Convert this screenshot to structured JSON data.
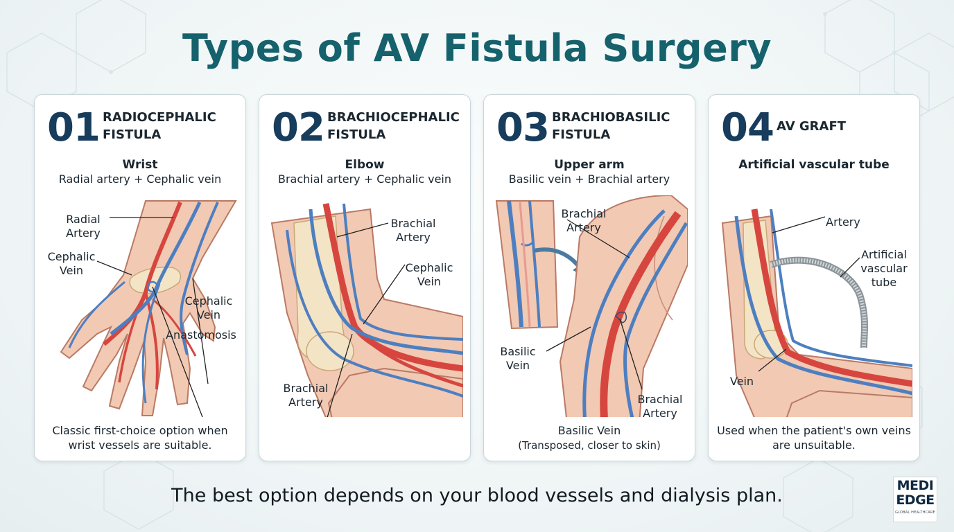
{
  "title": "Types of AV Fistula Surgery",
  "tagline": "The best option depends on your blood vessels and dialysis plan.",
  "logo": {
    "line1": "MEDI",
    "line2": "EDGE",
    "sub": "GLOBAL HEALTHCARE"
  },
  "colors": {
    "title": "#15616c",
    "number": "#173c5c",
    "artery": "#d6463f",
    "vein": "#4d7fc0",
    "skin": "#f2c9b3"
  },
  "cards": [
    {
      "number": "01",
      "name_line1": "RADIOCEPHALIC",
      "name_line2": "FISTULA",
      "location": "Wrist",
      "vessels": "Radial artery + Cephalic vein",
      "labels": [
        "Radial Artery",
        "Cephalic Vein",
        "Cephalic Vein",
        "Anastomosis"
      ],
      "description": "Classic first-choice option when wrist vessels are suitable."
    },
    {
      "number": "02",
      "name_line1": "BRACHIOCEPHALIC",
      "name_line2": "FISTULA",
      "location": "Elbow",
      "vessels": "Brachial artery + Cephalic vein",
      "labels": [
        "Brachial Artery",
        "Cephalic Vein",
        "Brachial Artery"
      ],
      "description": ""
    },
    {
      "number": "03",
      "name_line1": "BRACHIOBASILIC",
      "name_line2": "FISTULA",
      "location": "Upper arm",
      "vessels": "Basilic vein + Brachial artery",
      "labels": [
        "Brachial Artery",
        "Basilic Vein",
        "Brachial Artery"
      ],
      "description_line1": "Basilic Vein",
      "description_line2": "(Transposed, closer to skin)"
    },
    {
      "number": "04",
      "name_line1": "AV GRAFT",
      "location": "Artificial vascular tube",
      "vessels": "",
      "labels": [
        "Artery",
        "Artificial vascular tube",
        "Vein"
      ],
      "description": "Used when the patient's own veins are unsuitable."
    }
  ]
}
